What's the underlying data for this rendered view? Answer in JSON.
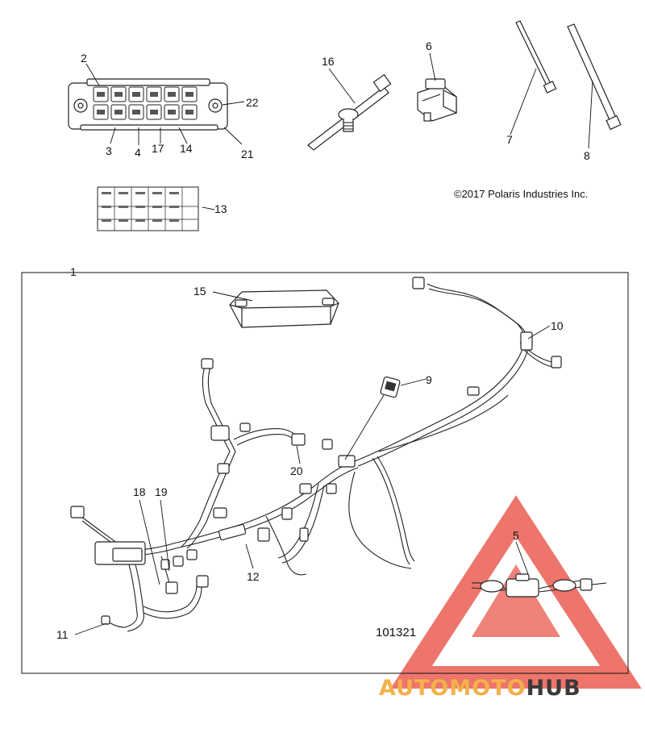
{
  "copyright": "©2017 Polaris Industries Inc.",
  "figure_number": "101321",
  "watermark": {
    "part1": "AUTO",
    "part2": "MOTO",
    "part3": "HUB",
    "color_orange": "#f2b14a",
    "color_dark": "#3a3a3a",
    "triangle_color": "#e8473a"
  },
  "callouts": {
    "c1": "1",
    "c2": "2",
    "c3": "3",
    "c4": "4",
    "c5": "5",
    "c6": "6",
    "c7": "7",
    "c8": "8",
    "c9": "9",
    "c10": "10",
    "c11": "11",
    "c12": "12",
    "c13": "13",
    "c14": "14",
    "c15": "15",
    "c16": "16",
    "c17": "17",
    "c18": "18",
    "c19": "19",
    "c20": "20",
    "c21": "21",
    "c22": "22"
  }
}
